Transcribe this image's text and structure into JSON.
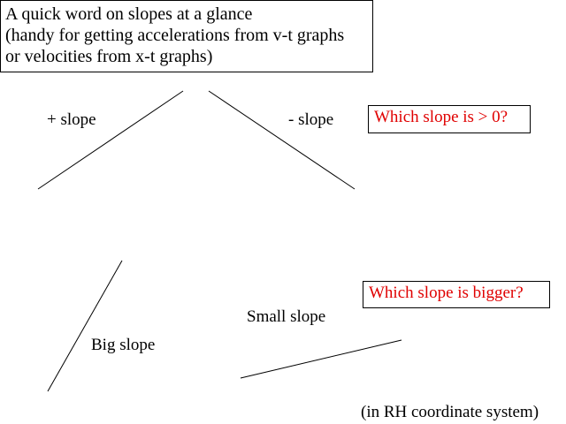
{
  "title": {
    "lines": [
      "A quick word on slopes at a glance",
      "(handy for getting accelerations from v-t graphs",
      "or velocities from x-t graphs)"
    ]
  },
  "labels": {
    "positive_slope": "+ slope",
    "negative_slope": "- slope",
    "big_slope": "Big slope",
    "small_slope": "Small slope",
    "coordinate_note": "(in RH coordinate system)"
  },
  "questions": {
    "sign": "Which slope is > 0?",
    "magnitude": "Which slope is bigger?"
  },
  "colors": {
    "question_text": "#e00000"
  }
}
